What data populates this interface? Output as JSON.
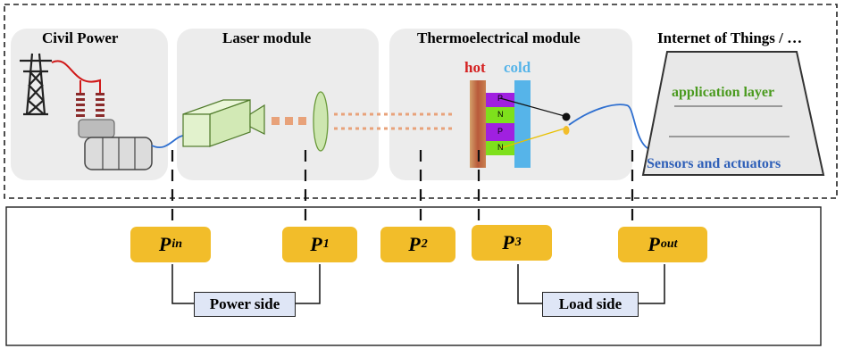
{
  "modules": {
    "civil_power": "Civil Power",
    "laser_module": "Laser module",
    "thermoelectrical_module": "Thermoelectrical module",
    "iot": "Internet of Things / …"
  },
  "thermo": {
    "hot": "hot",
    "cold": "cold",
    "p_label": "P",
    "n_label": "N"
  },
  "iot_pyramid": {
    "application_layer": "application layer",
    "sensors": "Sensors and actuators"
  },
  "points": {
    "pin": {
      "main": "P",
      "sub": "in"
    },
    "p1": {
      "main": "P",
      "sub": "1"
    },
    "p2": {
      "main": "P",
      "sub": "2"
    },
    "p3": {
      "main": "P",
      "sub": "3"
    },
    "pout": {
      "main": "P",
      "sub": "out"
    }
  },
  "sides": {
    "power_side": "Power side",
    "load_side": "Load side"
  },
  "colors": {
    "module_bg": "#ececec",
    "point_box": "#f2bd2a",
    "side_box": "#dfe6f6",
    "hot": "#d42020",
    "cold": "#56b4e9",
    "app_layer_text": "#4a9a1e",
    "sensors_text": "#2e5fb8",
    "beam": "#e8a27a"
  }
}
